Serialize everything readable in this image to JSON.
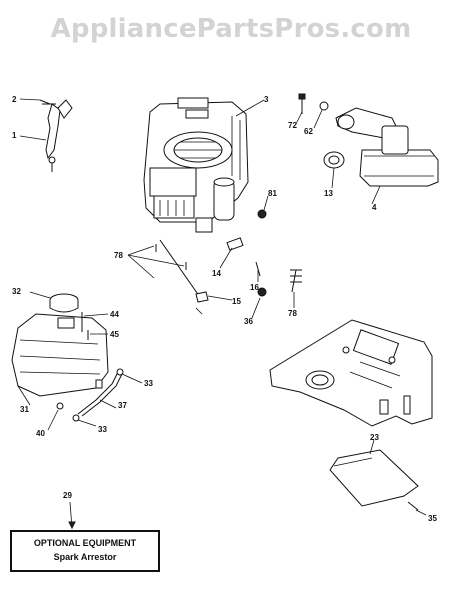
{
  "watermark": "AppliancePartsPros.com",
  "callouts": [
    "1",
    "2",
    "3",
    "72",
    "62",
    "13",
    "4",
    "81",
    "78",
    "14",
    "16",
    "15",
    "36",
    "78",
    "32",
    "44",
    "45",
    "33",
    "37",
    "31",
    "40",
    "33",
    "23",
    "35",
    "29"
  ],
  "optional_box": {
    "title": "OPTIONAL EQUIPMENT",
    "subtitle": "Spark Arrestor"
  }
}
